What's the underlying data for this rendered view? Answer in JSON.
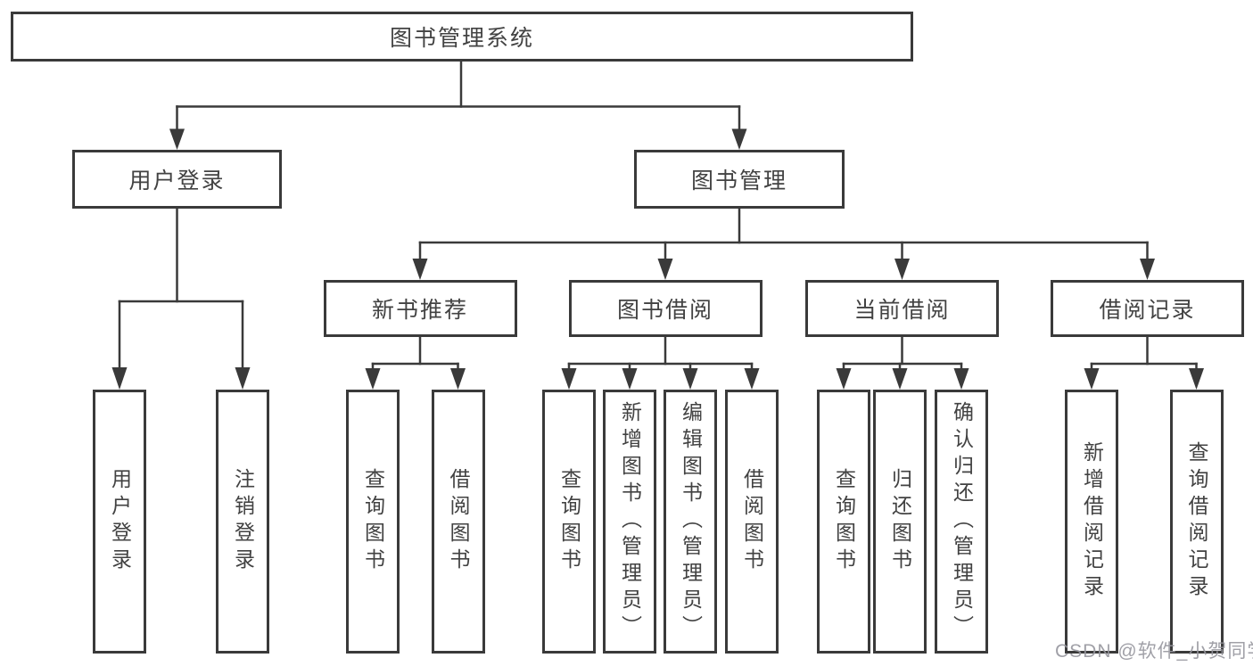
{
  "diagram": {
    "root": {
      "label": "图书管理系统"
    },
    "level2": [
      {
        "label": "用户登录",
        "children": [
          {
            "label": "用户登录"
          },
          {
            "label": "注销登录"
          }
        ]
      },
      {
        "label": "图书管理",
        "children": [
          {
            "label": "新书推荐",
            "children": [
              {
                "label": "查询图书"
              },
              {
                "label": "借阅图书"
              }
            ]
          },
          {
            "label": "图书借阅",
            "children": [
              {
                "label": "查询图书"
              },
              {
                "label": "新增图书（管理员）"
              },
              {
                "label": "编辑图书（管理员）"
              },
              {
                "label": "借阅图书"
              }
            ]
          },
          {
            "label": "当前借阅",
            "children": [
              {
                "label": "查询图书"
              },
              {
                "label": "归还图书"
              },
              {
                "label": "确认归还（管理员）"
              }
            ]
          },
          {
            "label": "借阅记录",
            "children": [
              {
                "label": "新增借阅记录"
              },
              {
                "label": "查询借阅记录"
              }
            ]
          }
        ]
      }
    ]
  },
  "watermark": {
    "text": "CSDN @软件_小贺同学"
  },
  "colors": {
    "line": "#3a3a3a",
    "box_border": "#3a3a3a",
    "text": "#424242",
    "background": "#ffffff",
    "watermark": "#96969d"
  }
}
